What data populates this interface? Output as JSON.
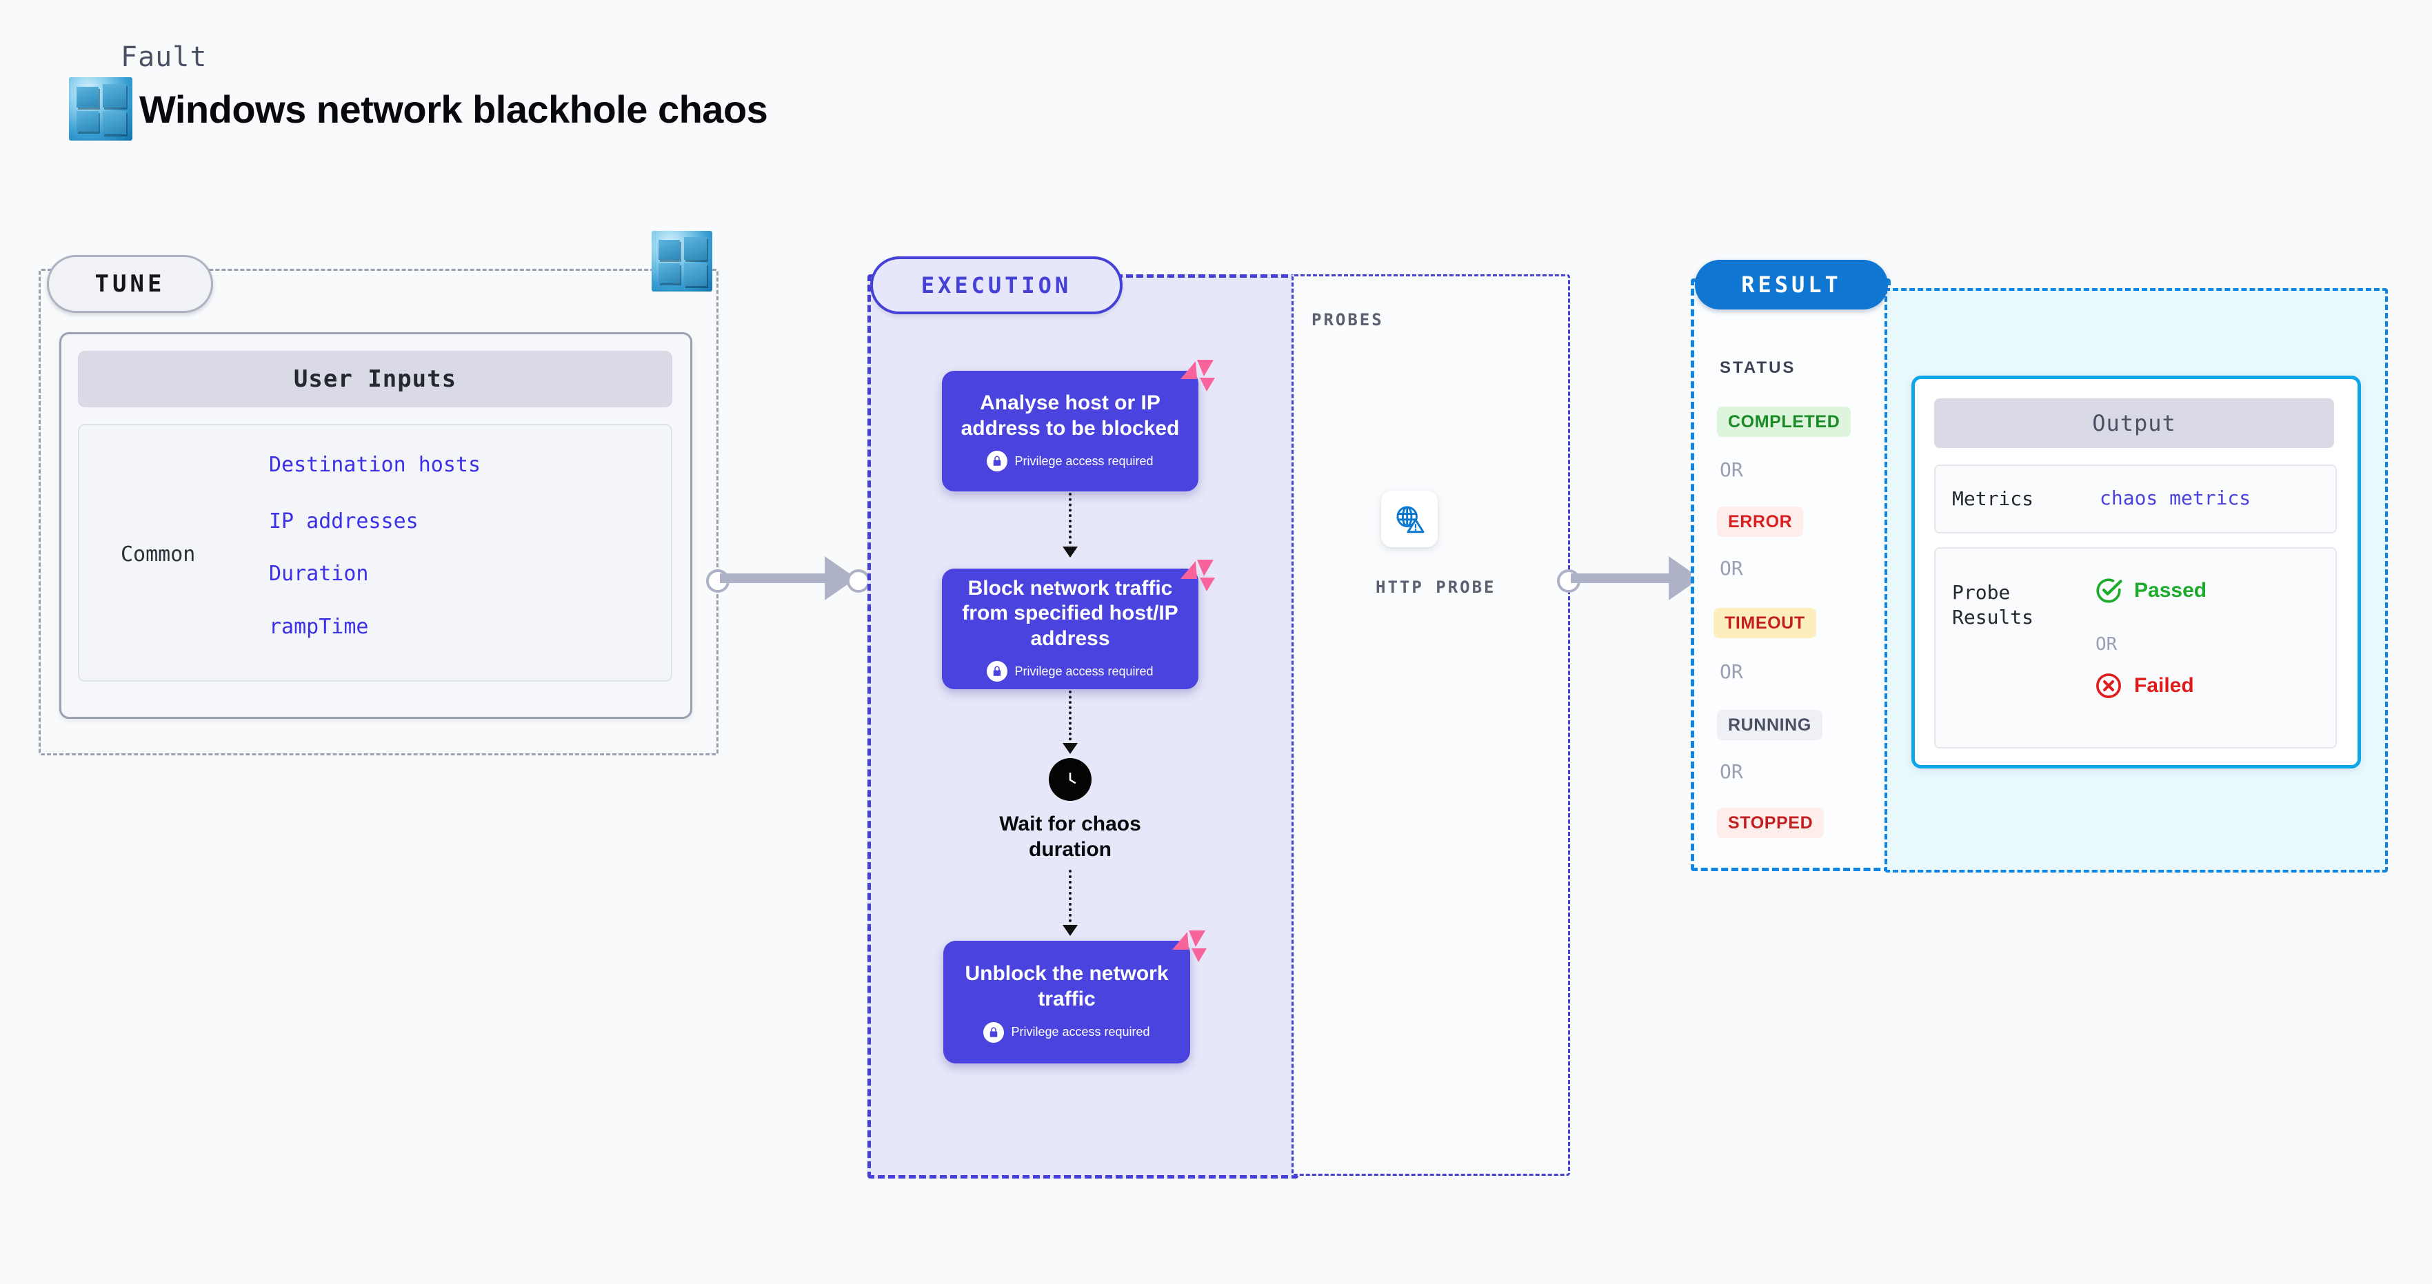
{
  "header": {
    "fault_label": "Fault",
    "title": "Windows network blackhole chaos",
    "icon": "windows-logo"
  },
  "tune": {
    "pill_label": "TUNE",
    "icon": "windows-logo",
    "card_header": "User Inputs",
    "group_label": "Common",
    "inputs": [
      "Destination hosts",
      "IP addresses",
      "Duration",
      "rampTime"
    ]
  },
  "execution": {
    "pill_label": "EXECUTION",
    "nodes": [
      {
        "title": "Analyse host or IP address to be blocked",
        "privilege": "Privilege access required",
        "badge": "litmus-icon",
        "lock": "lock-icon"
      },
      {
        "title": "Block network traffic from specified host/IP address",
        "privilege": "Privilege access required",
        "badge": "litmus-icon",
        "lock": "lock-icon"
      },
      {
        "title": "Unblock the network traffic",
        "privilege": "Privilege access required",
        "badge": "litmus-icon",
        "lock": "lock-icon"
      }
    ],
    "wait": {
      "label": "Wait for chaos duration",
      "icon": "clock-icon"
    }
  },
  "probes": {
    "caption": "PROBES",
    "items": [
      {
        "label": "HTTP PROBE",
        "icon": "globe-warning-icon"
      }
    ]
  },
  "result": {
    "pill_label": "RESULT",
    "status_title": "STATUS",
    "or_label": "OR",
    "statuses": [
      {
        "label": "COMPLETED",
        "color": "#1a8a26",
        "bg": "#ddf5dd"
      },
      {
        "label": "ERROR",
        "color": "#d62020",
        "bg": "#fdeeec"
      },
      {
        "label": "TIMEOUT",
        "color": "#c41f1f",
        "bg": "#fdeec0"
      },
      {
        "label": "RUNNING",
        "color": "#4b5164",
        "bg": "#eef0f5"
      },
      {
        "label": "STOPPED",
        "color": "#c41f1f",
        "bg": "#fdeeec"
      }
    ]
  },
  "output": {
    "header": "Output",
    "metrics_key": "Metrics",
    "metrics_value": "chaos metrics",
    "probe_results_key": "Probe\nResults",
    "passed_label": "Passed",
    "failed_label": "Failed",
    "or_label": "OR",
    "passed_icon": "check-circle-icon",
    "failed_icon": "x-circle-icon",
    "passed_color": "#1eaa2a",
    "failed_color": "#e01b1b"
  },
  "colors": {
    "canvas": "#f8fafc",
    "execution_accent": "#4540d6",
    "execution_fill": "#e7e7fa",
    "result_accent": "#1185e0",
    "output_fill": "#e9f8fd",
    "node_fill": "#4a43dd",
    "litmus_pink": "#f9639b",
    "tune_accent": "#9aa0b0",
    "connector": "#aeb2c6"
  }
}
